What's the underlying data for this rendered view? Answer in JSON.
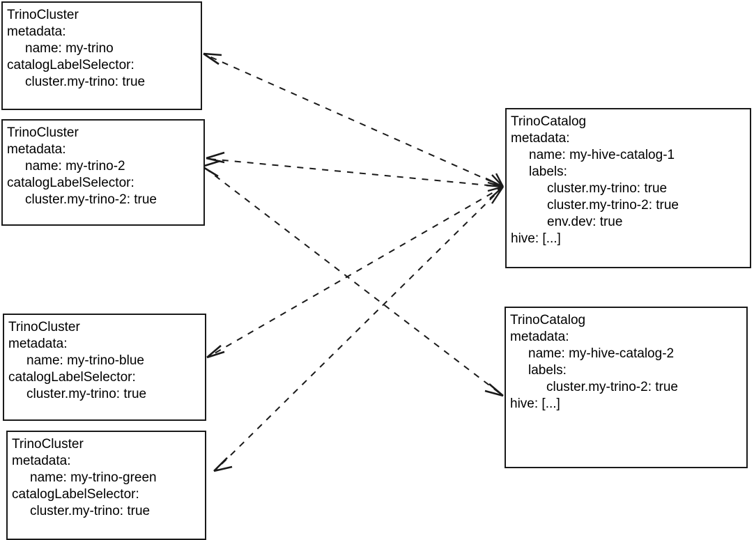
{
  "diagram": {
    "title": "TrinoCluster to TrinoCatalog label-selector matching",
    "stroke_color": "#1a1a1a",
    "background_color": "#ffffff",
    "edge_style": "dashed-arrow"
  },
  "nodes": [
    {
      "id": "cluster-my-trino",
      "kind": "TrinoCluster",
      "lines": [
        {
          "text": "TrinoCluster",
          "indent": 0
        },
        {
          "text": "metadata:",
          "indent": 0
        },
        {
          "text": "name: my-trino",
          "indent": 1
        },
        {
          "text": "catalogLabelSelector:",
          "indent": 0
        },
        {
          "text": "cluster.my-trino: true",
          "indent": 1
        }
      ]
    },
    {
      "id": "cluster-my-trino-2",
      "kind": "TrinoCluster",
      "lines": [
        {
          "text": "TrinoCluster",
          "indent": 0
        },
        {
          "text": "metadata:",
          "indent": 0
        },
        {
          "text": "name: my-trino-2",
          "indent": 1
        },
        {
          "text": "catalogLabelSelector:",
          "indent": 0
        },
        {
          "text": "cluster.my-trino-2: true",
          "indent": 1
        }
      ]
    },
    {
      "id": "cluster-my-trino-blue",
      "kind": "TrinoCluster",
      "lines": [
        {
          "text": "TrinoCluster",
          "indent": 0
        },
        {
          "text": "metadata:",
          "indent": 0
        },
        {
          "text": "name: my-trino-blue",
          "indent": 1
        },
        {
          "text": "catalogLabelSelector:",
          "indent": 0
        },
        {
          "text": "cluster.my-trino: true",
          "indent": 1
        }
      ]
    },
    {
      "id": "cluster-my-trino-green",
      "kind": "TrinoCluster",
      "lines": [
        {
          "text": "TrinoCluster",
          "indent": 0
        },
        {
          "text": "metadata:",
          "indent": 0
        },
        {
          "text": "name: my-trino-green",
          "indent": 1
        },
        {
          "text": "catalogLabelSelector:",
          "indent": 0
        },
        {
          "text": "cluster.my-trino: true",
          "indent": 1
        }
      ]
    },
    {
      "id": "catalog-my-hive-catalog-1",
      "kind": "TrinoCatalog",
      "lines": [
        {
          "text": "TrinoCatalog",
          "indent": 0
        },
        {
          "text": "metadata:",
          "indent": 0
        },
        {
          "text": "name: my-hive-catalog-1",
          "indent": 1
        },
        {
          "text": "labels:",
          "indent": 1
        },
        {
          "text": "cluster.my-trino: true",
          "indent": 2
        },
        {
          "text": "cluster.my-trino-2: true",
          "indent": 2
        },
        {
          "text": "env.dev: true",
          "indent": 2
        },
        {
          "text": "hive: [...]",
          "indent": 0
        }
      ]
    },
    {
      "id": "catalog-my-hive-catalog-2",
      "kind": "TrinoCatalog",
      "lines": [
        {
          "text": "TrinoCatalog",
          "indent": 0
        },
        {
          "text": "metadata:",
          "indent": 0
        },
        {
          "text": "name: my-hive-catalog-2",
          "indent": 1
        },
        {
          "text": "labels:",
          "indent": 1
        },
        {
          "text": "cluster.my-trino-2: true",
          "indent": 2
        },
        {
          "text": "hive: [...]",
          "indent": 0
        }
      ]
    }
  ],
  "edges": [
    {
      "id": "edge-catalog1-to-cluster-my-trino",
      "from": "catalog-my-hive-catalog-1",
      "to": "cluster-my-trino"
    },
    {
      "id": "edge-catalog1-to-cluster-my-trino-2",
      "from": "catalog-my-hive-catalog-1",
      "to": "cluster-my-trino-2"
    },
    {
      "id": "edge-catalog1-to-cluster-my-trino-blue",
      "from": "catalog-my-hive-catalog-1",
      "to": "cluster-my-trino-blue"
    },
    {
      "id": "edge-catalog1-to-cluster-my-trino-green",
      "from": "catalog-my-hive-catalog-1",
      "to": "cluster-my-trino-green"
    },
    {
      "id": "edge-catalog2-to-cluster-my-trino-2",
      "from": "catalog-my-hive-catalog-2",
      "to": "cluster-my-trino-2"
    }
  ]
}
